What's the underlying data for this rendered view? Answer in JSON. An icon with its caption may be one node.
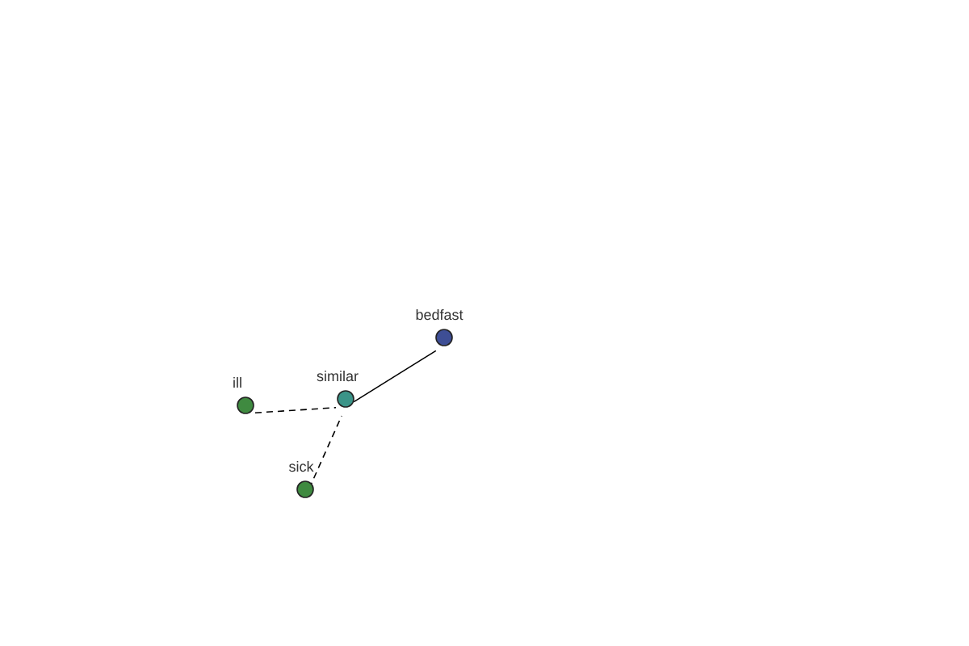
{
  "diagram": {
    "nodes": [
      {
        "text": [
          "bedfast"
        ]
      },
      {
        "text": [
          "similar"
        ]
      },
      {
        "text": [
          "ill"
        ]
      },
      {
        "text": [
          "sick"
        ]
      }
    ],
    "edges": [
      {
        "from": 1,
        "to": 0,
        "arrow": "none"
      },
      {
        "from": 2,
        "to": 1,
        "arrow": "none",
        "style": "dashed"
      },
      {
        "from": 3,
        "to": 1,
        "arrow": "none",
        "style": "dashed"
      }
    ]
  }
}
